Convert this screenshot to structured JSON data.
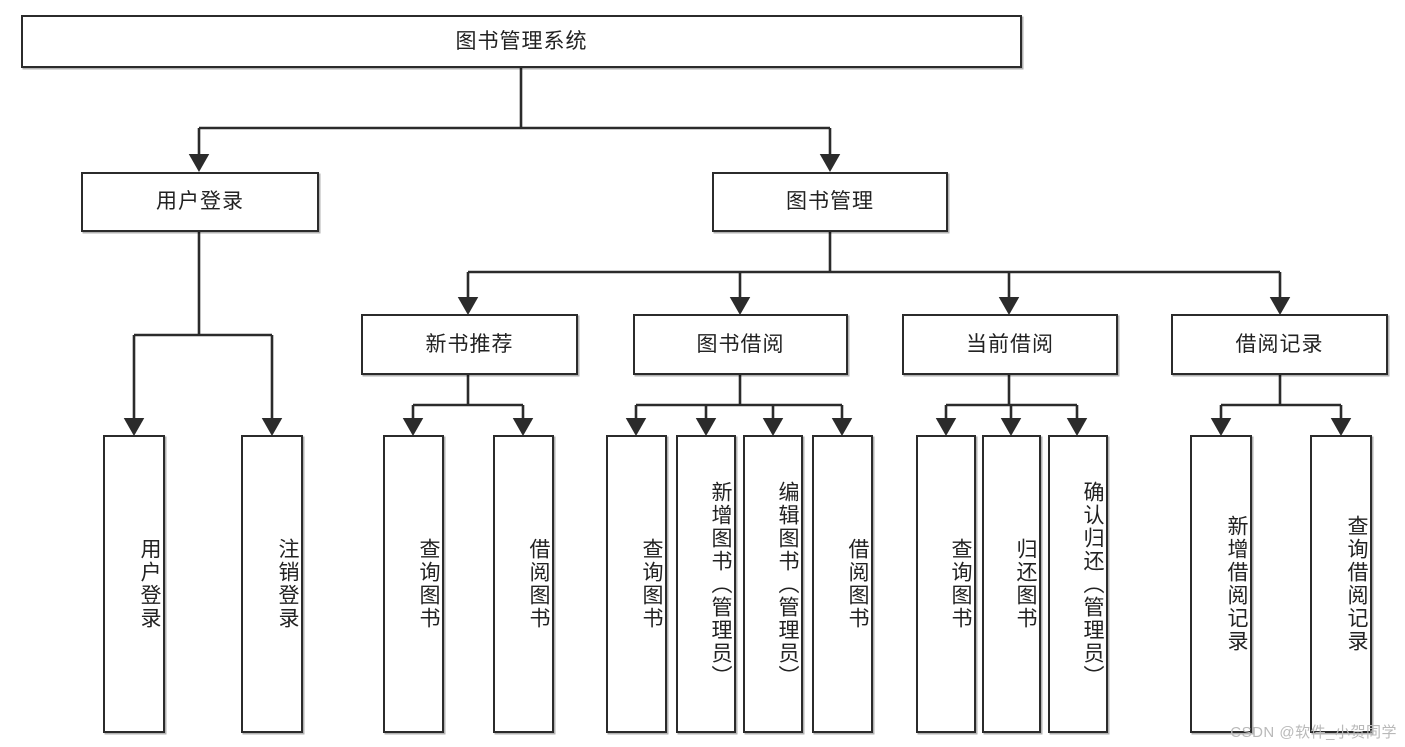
{
  "diagram": {
    "title": "图书管理系统",
    "type": "functional-decomposition-tree",
    "levels": 4,
    "root": {
      "id": "root",
      "label": "图书管理系统",
      "orientation": "horizontal"
    },
    "level2": [
      {
        "id": "user-login",
        "label": "用户登录",
        "orientation": "horizontal"
      },
      {
        "id": "book-manage",
        "label": "图书管理",
        "orientation": "horizontal"
      }
    ],
    "level3": [
      {
        "id": "new-book-rec",
        "label": "新书推荐",
        "orientation": "horizontal",
        "parent": "book-manage"
      },
      {
        "id": "book-borrow",
        "label": "图书借阅",
        "orientation": "horizontal",
        "parent": "book-manage"
      },
      {
        "id": "current-borrow",
        "label": "当前借阅",
        "orientation": "horizontal",
        "parent": "book-manage"
      },
      {
        "id": "borrow-record",
        "label": "借阅记录",
        "orientation": "horizontal",
        "parent": "book-manage"
      }
    ],
    "leaves": {
      "user_login": [
        {
          "id": "leaf-user-login",
          "label": "用户登录"
        },
        {
          "id": "leaf-user-logout",
          "label": "注销登录"
        }
      ],
      "new_book_rec": [
        {
          "id": "leaf-query-book-1",
          "label": "查询图书"
        },
        {
          "id": "leaf-borrow-book-1",
          "label": "借阅图书"
        }
      ],
      "book_borrow": [
        {
          "id": "leaf-query-book-2",
          "label": "查询图书"
        },
        {
          "id": "leaf-add-book",
          "label": "新增图书（管理员）"
        },
        {
          "id": "leaf-edit-book",
          "label": "编辑图书（管理员）"
        },
        {
          "id": "leaf-borrow-book-2",
          "label": "借阅图书"
        }
      ],
      "current_borrow": [
        {
          "id": "leaf-query-book-3",
          "label": "查询图书"
        },
        {
          "id": "leaf-return-book",
          "label": "归还图书"
        },
        {
          "id": "leaf-confirm-return",
          "label": "确认归还（管理员）"
        }
      ],
      "borrow_record": [
        {
          "id": "leaf-add-record",
          "label": "新增借阅记录"
        },
        {
          "id": "leaf-query-record",
          "label": "查询借阅记录"
        }
      ]
    }
  },
  "watermark": {
    "text": "CSDN @软件_小贺同学"
  },
  "colors": {
    "stroke": "#2b2b2b",
    "fill": "#ffffff",
    "text": "#222222",
    "watermark": "#b9b9b9"
  }
}
